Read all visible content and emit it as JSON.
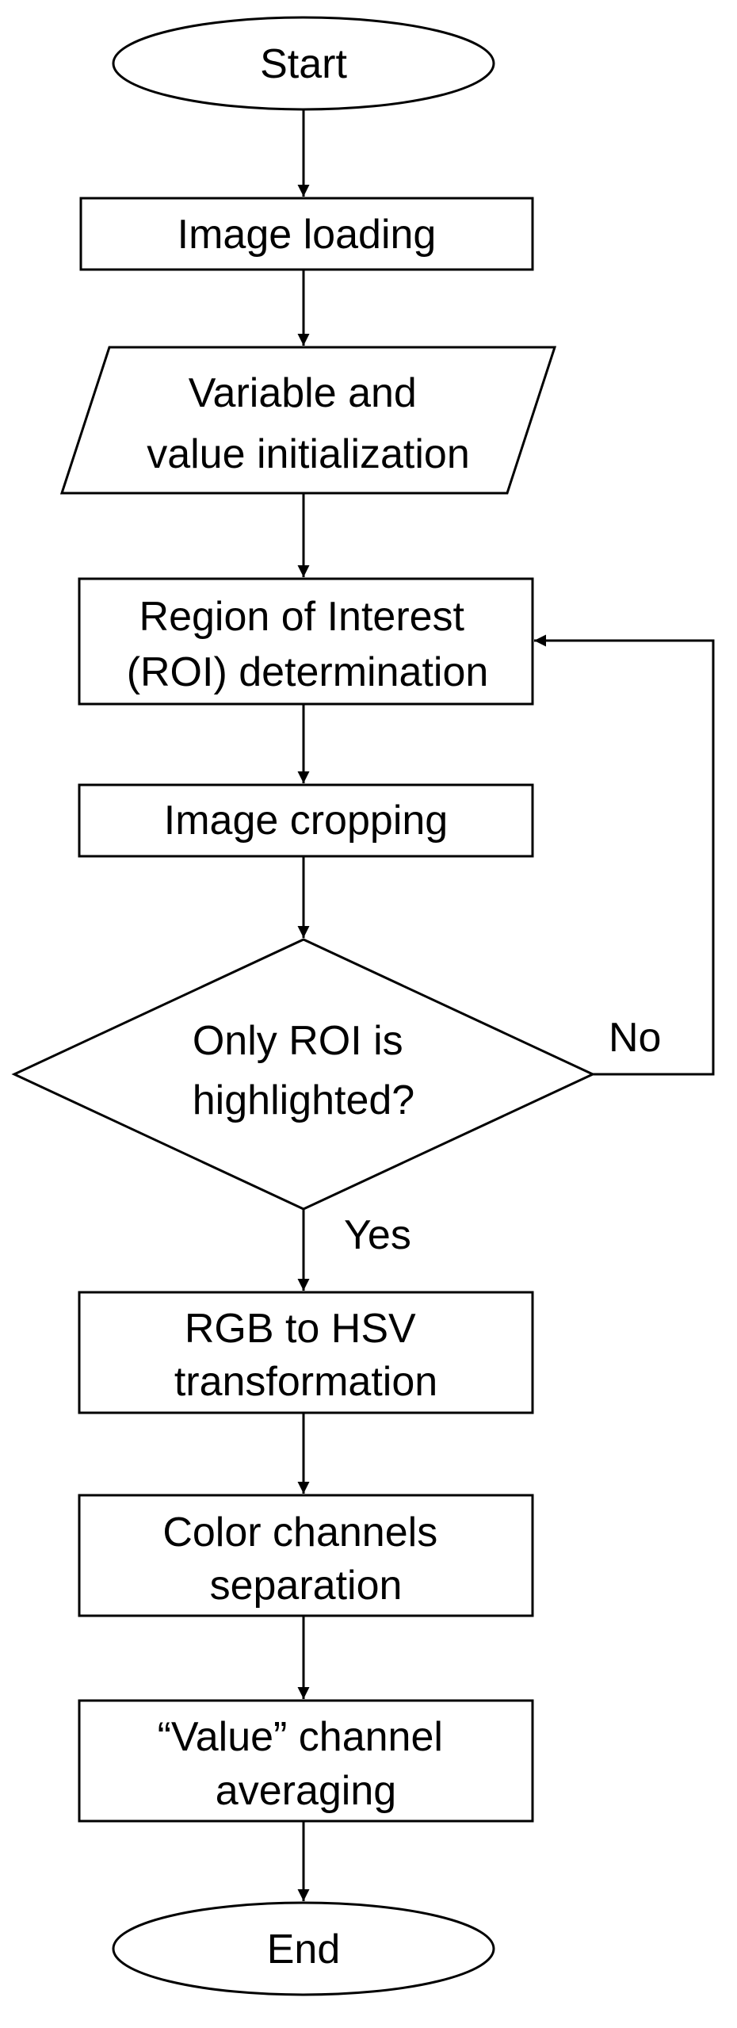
{
  "flowchart": {
    "start": "Start",
    "image_loading": "Image loading",
    "variable_init": [
      "Variable and",
      "value initialization"
    ],
    "roi_determination": [
      "Region of Interest",
      "(ROI) determination"
    ],
    "image_cropping": "Image cropping",
    "decision": [
      "Only ROI is",
      "highlighted?"
    ],
    "no_label": "No",
    "yes_label": "Yes",
    "rgb_hsv": [
      "RGB to HSV",
      "transformation"
    ],
    "channel_separation": [
      "Color channels",
      "separation"
    ],
    "value_averaging": [
      "“Value” channel",
      "averaging"
    ],
    "end": "End"
  }
}
